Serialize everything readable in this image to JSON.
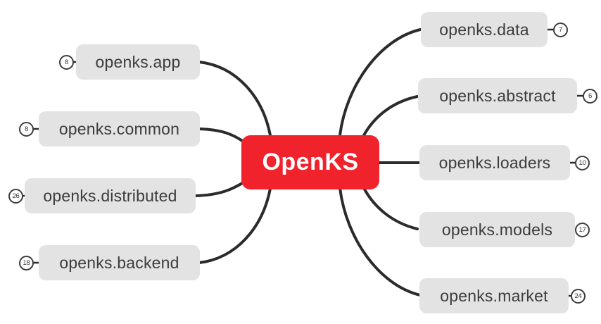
{
  "diagram": {
    "root": {
      "label": "OpenKS"
    },
    "left_nodes": [
      {
        "label": "openks.app",
        "count": "8"
      },
      {
        "label": "openks.common",
        "count": "8"
      },
      {
        "label": "openks.distributed",
        "count": "26"
      },
      {
        "label": "openks.backend",
        "count": "18"
      }
    ],
    "right_nodes": [
      {
        "label": "openks.data",
        "count": "7"
      },
      {
        "label": "openks.abstract",
        "count": "6"
      },
      {
        "label": "openks.loaders",
        "count": "10"
      },
      {
        "label": "openks.models",
        "count": "17"
      },
      {
        "label": "openks.market",
        "count": "24"
      }
    ],
    "colors": {
      "root_bg": "#f0232d",
      "root_text": "#ffffff",
      "node_bg": "#e3e3e3",
      "node_text": "#3c3c3c",
      "line": "#2b2b2b",
      "badge_bg": "#ffffff",
      "badge_border": "#3d3d3d",
      "badge_text": "#333333",
      "canvas_bg": "#ffffff"
    }
  }
}
